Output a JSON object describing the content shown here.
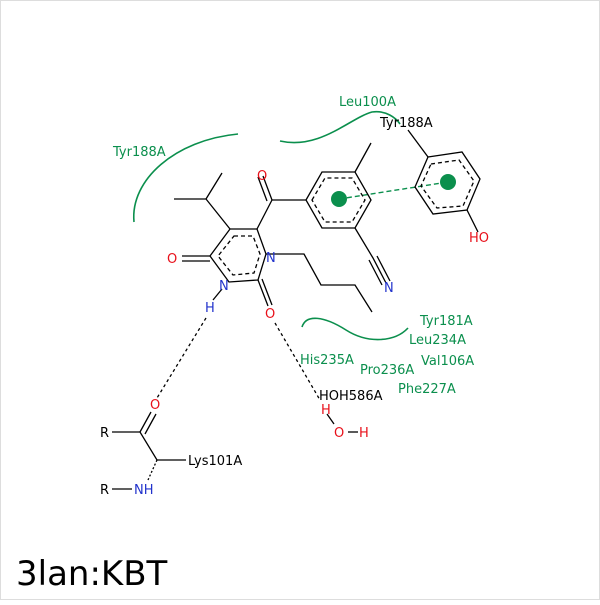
{
  "diagram": {
    "title": "3lan:KBT",
    "residues": {
      "leu100a": "Leu100A",
      "tyr188a_left": "Tyr188A",
      "tyr188a_ring": "Tyr188A",
      "tyr181a": "Tyr181A",
      "leu234a": "Leu234A",
      "val106a": "Val106A",
      "his235a": "His235A",
      "pro236a": "Pro236A",
      "phe227a": "Phe227A",
      "lys101a": "Lys101A",
      "hoh586a": "HOH586A"
    },
    "atoms": {
      "o_carbonyl": "O",
      "o_ring_left": "O",
      "o_ring_lower": "O",
      "n_ring_right": "N",
      "n_ring_lower": "N",
      "h_nh": "H",
      "n_nitrile": "N",
      "ho": "HO",
      "o_backbone": "O",
      "r_top": "R",
      "r_bottom": "R",
      "nh": "NH",
      "h_water_top": "H",
      "o_water": "O",
      "h_water_right": "H"
    },
    "colors": {
      "hydrophobic": "#0b8f4d",
      "oxygen": "#e8101a",
      "nitrogen": "#2233cc",
      "bond": "#000000"
    }
  }
}
